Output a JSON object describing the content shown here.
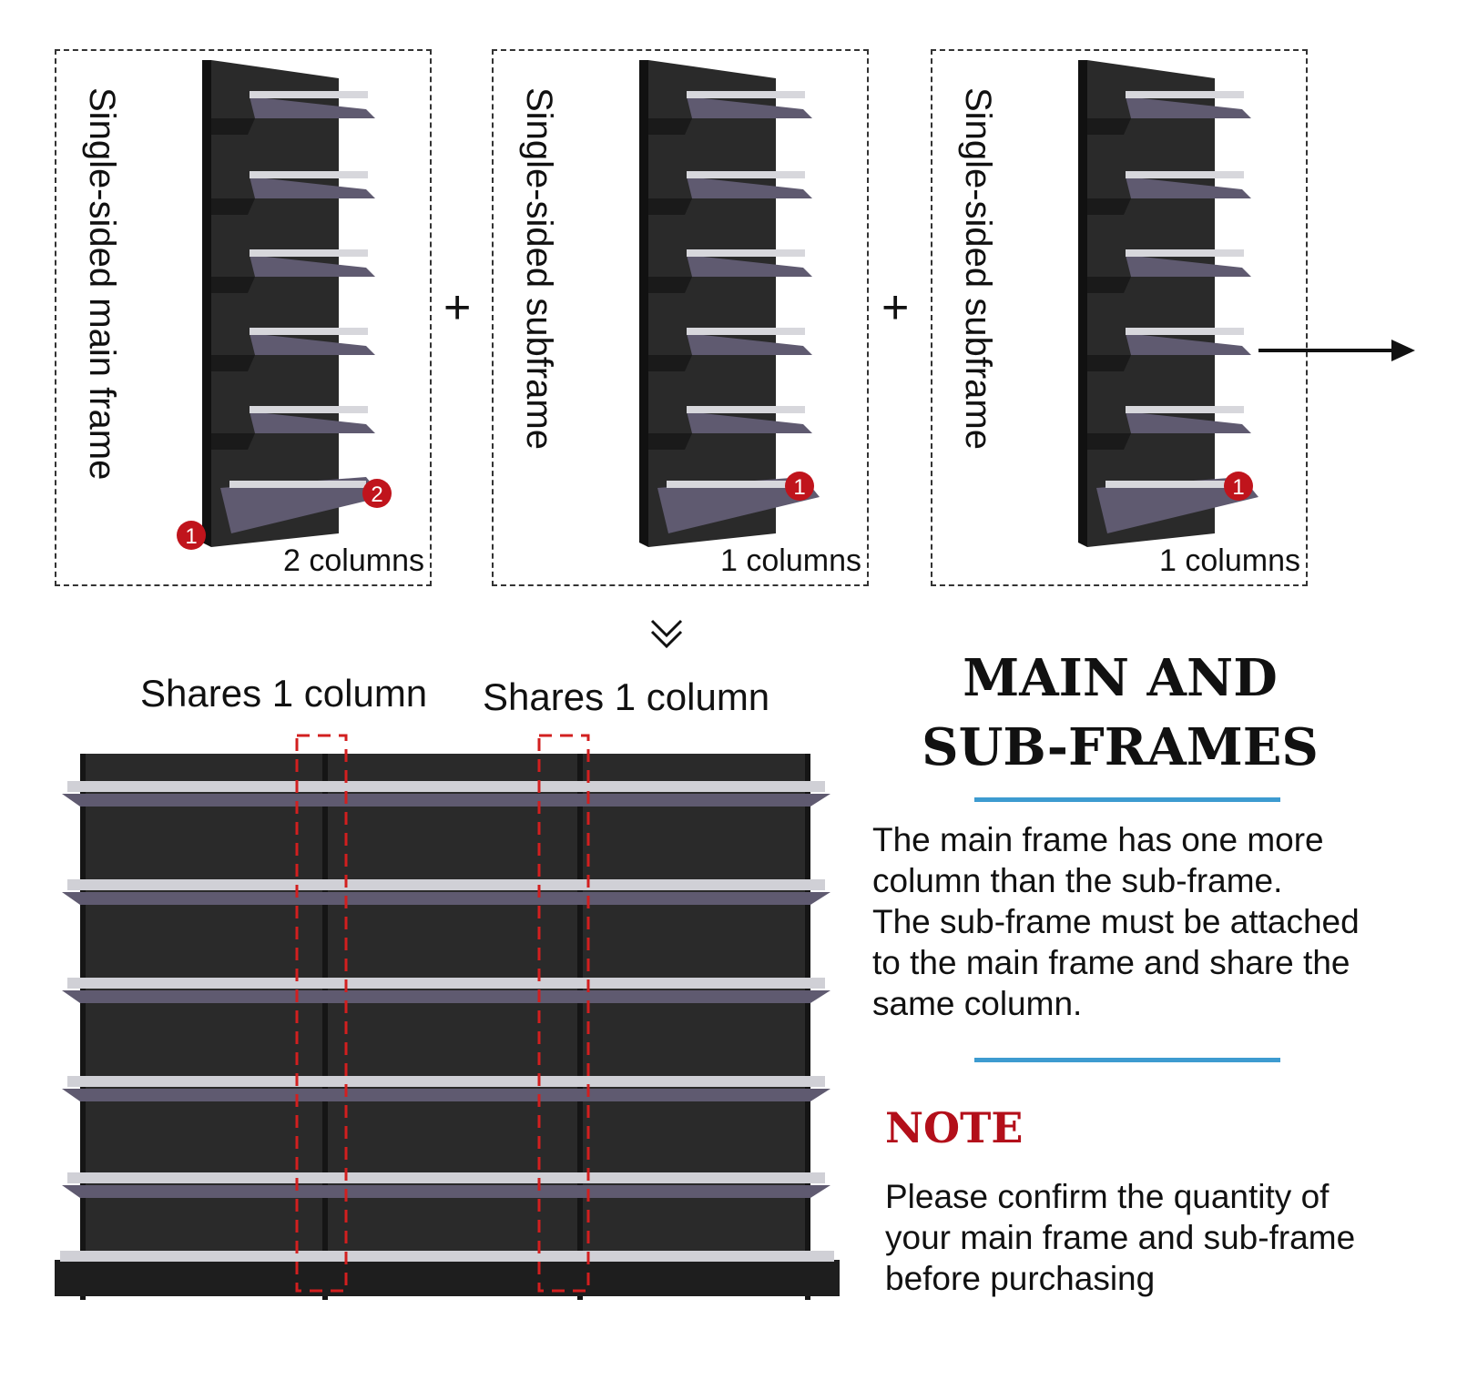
{
  "panels": [
    {
      "label": "Single-sided main frame",
      "columns_text": "2 columns"
    },
    {
      "label": "Single-sided subframe",
      "columns_text": "1 columns"
    },
    {
      "label": "Single-sided subframe",
      "columns_text": "1 columns"
    }
  ],
  "connectors": {
    "plus": "+"
  },
  "markers": [
    "1",
    "2"
  ],
  "shares": [
    "Shares 1 column",
    "Shares 1 column"
  ],
  "heading": {
    "line1": "MAIN AND",
    "line2": "SUB-FRAMES"
  },
  "description": [
    "The main frame has one more",
    "column than the sub-frame.",
    "The sub-frame must be attached",
    "to the main frame and share the",
    "same column."
  ],
  "note": {
    "title": "NOTE",
    "lines": [
      "Please confirm the quantity of",
      "your main frame and sub-frame",
      "before purchasing"
    ]
  },
  "colors": {
    "accent_rule": "#3d9bd0",
    "note_title": "#b30f1a",
    "marker": "#c0141c",
    "shelf": "#5f5a70",
    "frame": "#2a2a2a",
    "shared_outline": "#d21f1f"
  },
  "icons": [
    "right-arrow-icon",
    "double-chevron-down-icon"
  ]
}
